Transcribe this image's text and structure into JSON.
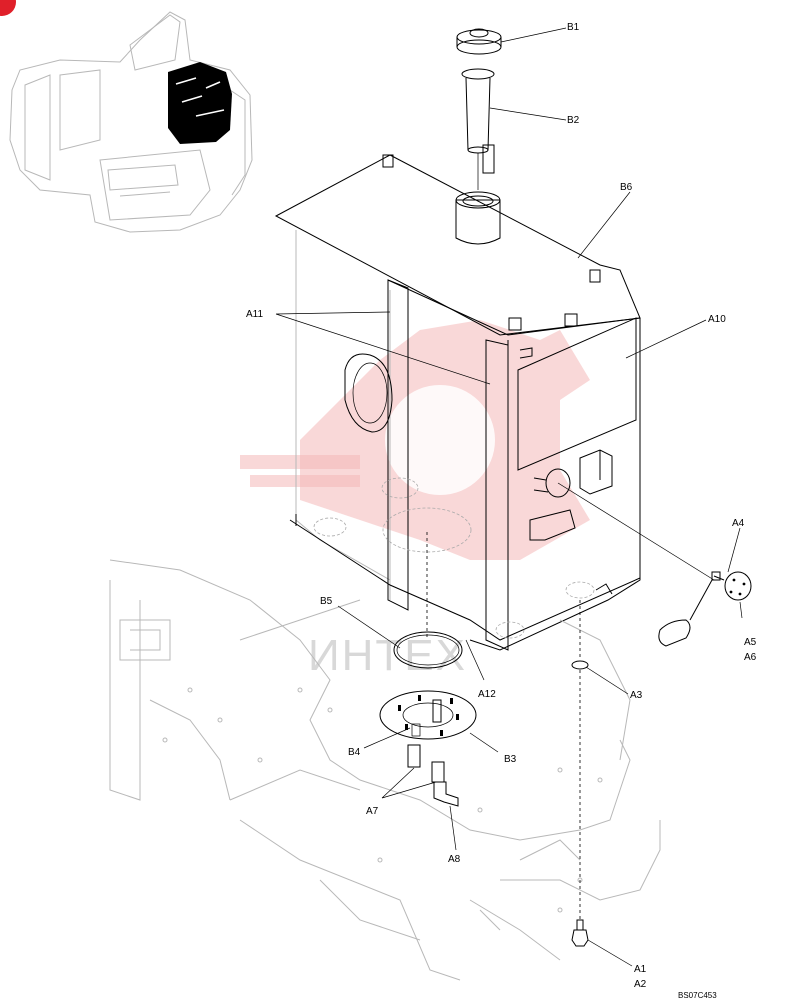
{
  "callouts": {
    "B1": "B1",
    "B2": "B2",
    "B6": "B6",
    "A11": "A11",
    "A10": "A10",
    "A4": "A4",
    "A5": "A5",
    "A6": "A6",
    "A3": "A3",
    "B5": "B5",
    "A12": "A12",
    "B4": "B4",
    "B3": "B3",
    "A7": "A7",
    "A8": "A8",
    "A1": "A1",
    "A2": "A2"
  },
  "drawing_code": "BS07C453",
  "watermark_text": "ИНТЕХ",
  "colors": {
    "watermark": "#f4b8b8",
    "corner_badge": "#e0202a",
    "highlight": "#000000"
  }
}
